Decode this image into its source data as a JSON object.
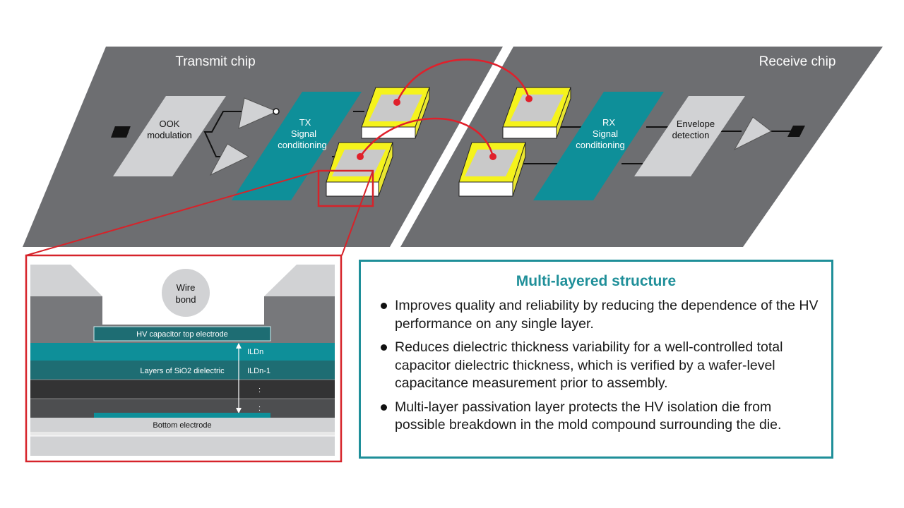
{
  "chips": {
    "transmit_title": "Transmit chip",
    "receive_title": "Receive chip"
  },
  "blocks": {
    "ook": [
      "OOK",
      "modulation"
    ],
    "tx": [
      "TX",
      "Signal",
      "conditioning"
    ],
    "rx": [
      "RX",
      "Signal",
      "conditioning"
    ],
    "envelope": [
      "Envelope",
      "detection"
    ]
  },
  "cross_section": {
    "wire_bond": [
      "Wire",
      "bond"
    ],
    "top_electrode": "HV capacitor top electrode",
    "ild_n": "ILDn",
    "dielectric_layers": "Layers of SiO2 dielectric",
    "ild_n_minus_1": "ILDn-1",
    "ellipsis_1": ":",
    "ellipsis_2": ":",
    "bottom_electrode": "Bottom electrode"
  },
  "info": {
    "title": "Multi-layered structure",
    "bullets": [
      "Improves quality and reliability by reducing the dependence of the HV performance on any single layer.",
      "Reduces dielectric thickness variability for a well-controlled total capacitor dielectric thickness, which is verified by a wafer-level capacitance measurement prior to assembly.",
      "Multi-layer passivation layer protects the HV isolation die from possible breakdown in the mold compound surrounding the die."
    ]
  },
  "colors": {
    "chip_gray": "#6d6e71",
    "teal_block": "#0e8f99",
    "light_block": "#d1d2d4",
    "pad_yellow": "#f5f31c",
    "bond_red": "#e0202b",
    "callout_red": "#d6232a",
    "accent_teal": "#1f8f99"
  }
}
